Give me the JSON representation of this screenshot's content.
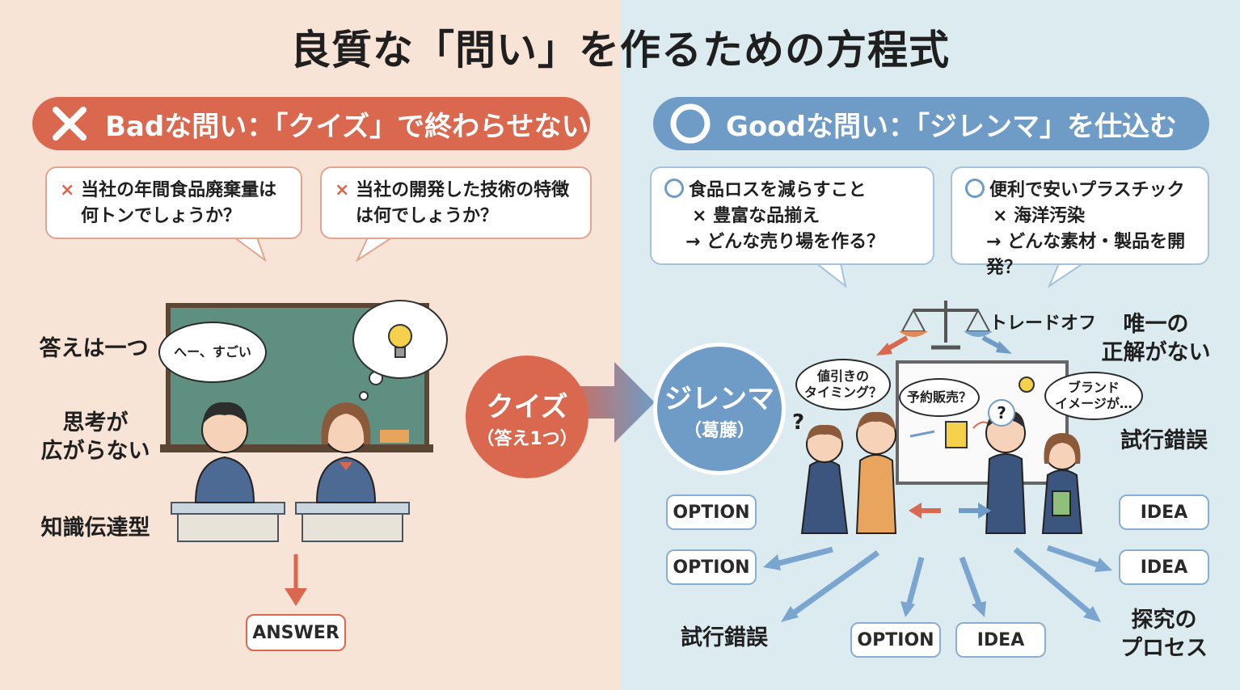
{
  "title": "良質な「問い」を作るための方程式",
  "left": {
    "header": "Badな問い：「クイズ」で終わらせない",
    "bubble1_line1": "当社の年間食品廃棄量は",
    "bubble1_line2": "何トンでしょうか？",
    "bubble2_line1": "当社の開発した技術の特徴",
    "bubble2_line2": "は何でしょうか？",
    "bubble_mark": "×",
    "label1": "答えは一つ",
    "label2_line1": "思考が",
    "label2_line2": "広がらない",
    "label3": "知識伝達型",
    "speech": "へー、すごい",
    "answer": "ANSWER"
  },
  "center": {
    "quiz": "クイズ",
    "quiz_sub": "（答え1つ）",
    "dilemma": "ジレンマ",
    "dilemma_sub": "（葛藤）"
  },
  "right": {
    "header": "Goodな問い：「ジレンマ」を仕込む",
    "bubble1_line1": "食品ロスを減らすこと",
    "bubble1_line2": "× 豊富な品揃え",
    "bubble1_line3": "→ どんな売り場を作る？",
    "bubble2_line1": "便利で安いプラスチック",
    "bubble2_line2": "× 海洋汚染",
    "bubble2_line3": "→ どんな素材・製品を開発？",
    "tradeoff": "トレードオフ",
    "no_answer_line1": "唯一の",
    "no_answer_line2": "正解がない",
    "trial1": "試行錯誤",
    "trial2": "試行錯誤",
    "explore_line1": "探究の",
    "explore_line2": "プロセス",
    "speech1": "値引きの\nタイミング？",
    "speech2": "予約販売？",
    "speech3": "ブランド\nイメージが…",
    "question_mark": "?",
    "option": "OPTION",
    "idea": "IDEA"
  },
  "colors": {
    "bad": "#d9684f",
    "good": "#6f9cc6",
    "left_bg": "#f8e4d7",
    "right_bg": "#dcebef"
  }
}
